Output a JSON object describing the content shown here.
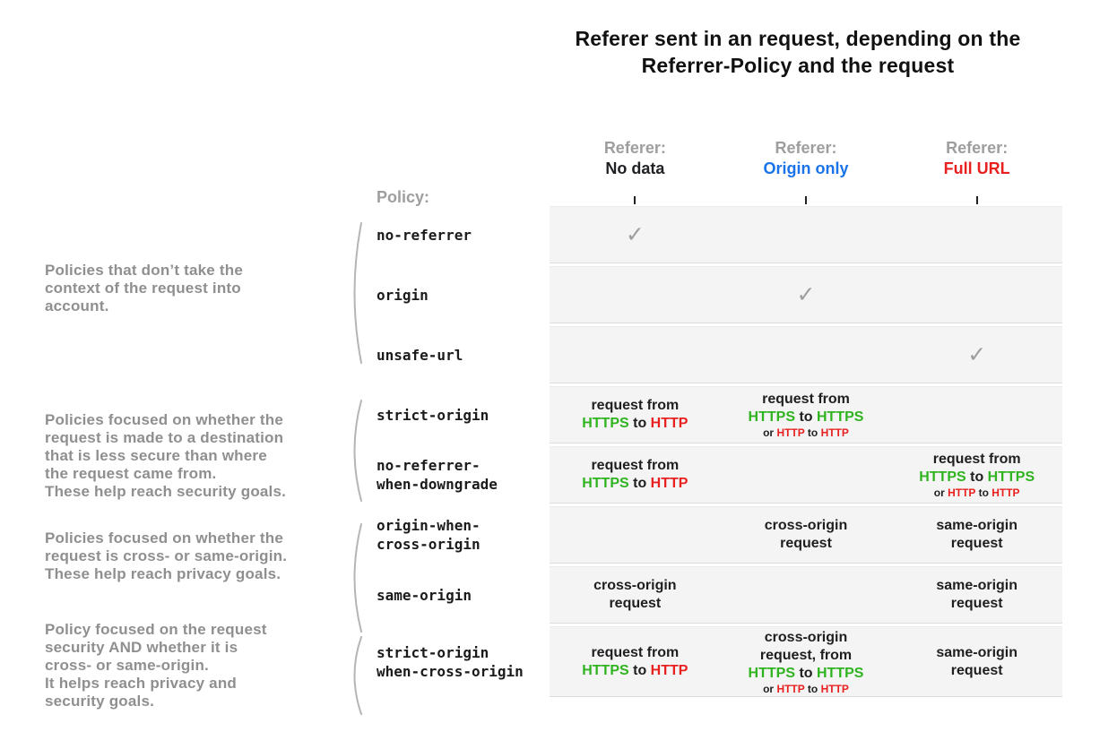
{
  "title": "Referer sent in an request, depending on the\nReferrer-Policy and the request",
  "policy_header": "Policy:",
  "colors": {
    "green": "#2fb41f",
    "red": "#e82020",
    "blue": "#1a73e8",
    "near_black": "#202124",
    "header_gray": "#9e9e9e",
    "annotation_gray": "#8f8f8f",
    "row_background": "#f4f4f4",
    "check_gray": "#9e9e9e",
    "brace_gray": "#b5b5b5"
  },
  "icons": {
    "check": "✓"
  },
  "columns": [
    {
      "label": "Referer:",
      "value": "No data",
      "value_color": "#202124"
    },
    {
      "label": "Referer:",
      "value": "Origin only",
      "value_color": "#1a73e8"
    },
    {
      "label": "Referer:",
      "value": "Full URL",
      "value_color": "#e82020"
    }
  ],
  "annotations": [
    {
      "group_rows": "1-3",
      "text": "Policies that don’t take the\ncontext of the request into\naccount."
    },
    {
      "group_rows": "4-5",
      "text": "Policies focused on whether the\nrequest is made to a destination\nthat is less secure than where\nthe request came from.\nThese help reach security goals."
    },
    {
      "group_rows": "6-7",
      "text": "Policies focused on whether the\nrequest is cross- or same-origin.\nThese help reach privacy goals."
    },
    {
      "group_rows": "8",
      "text": "Policy focused on the request\nsecurity AND whether it is\ncross- or same-origin.\nIt helps reach privacy and\nsecurity goals."
    }
  ],
  "rows": [
    {
      "policy": "no-referrer",
      "cells": [
        {
          "check": true
        },
        null,
        null
      ]
    },
    {
      "policy": "origin",
      "cells": [
        null,
        {
          "check": true
        },
        null
      ]
    },
    {
      "policy": "unsafe-url",
      "cells": [
        null,
        null,
        {
          "check": true
        }
      ]
    },
    {
      "policy": "strict-origin",
      "cells": [
        {
          "lines": [
            {
              "seg": [
                {
                  "t": "request from"
                }
              ]
            },
            {
              "seg": [
                {
                  "t": "HTTPS",
                  "c": "green"
                },
                {
                  "t": " to "
                },
                {
                  "t": "HTTP",
                  "c": "red"
                }
              ]
            }
          ]
        },
        {
          "lines": [
            {
              "seg": [
                {
                  "t": "request from"
                }
              ]
            },
            {
              "seg": [
                {
                  "t": "HTTPS",
                  "c": "green"
                },
                {
                  "t": " to "
                },
                {
                  "t": "HTTPS",
                  "c": "green"
                }
              ]
            },
            {
              "small": true,
              "seg": [
                {
                  "t": "or "
                },
                {
                  "t": "HTTP",
                  "c": "red"
                },
                {
                  "t": " to "
                },
                {
                  "t": "HTTP",
                  "c": "red"
                }
              ]
            }
          ]
        },
        null
      ]
    },
    {
      "policy": "no-referrer-\nwhen-downgrade",
      "cells": [
        {
          "lines": [
            {
              "seg": [
                {
                  "t": "request from"
                }
              ]
            },
            {
              "seg": [
                {
                  "t": "HTTPS",
                  "c": "green"
                },
                {
                  "t": " to "
                },
                {
                  "t": "HTTP",
                  "c": "red"
                }
              ]
            }
          ]
        },
        null,
        {
          "lines": [
            {
              "seg": [
                {
                  "t": "request from"
                }
              ]
            },
            {
              "seg": [
                {
                  "t": "HTTPS",
                  "c": "green"
                },
                {
                  "t": " to "
                },
                {
                  "t": "HTTPS",
                  "c": "green"
                }
              ]
            },
            {
              "small": true,
              "seg": [
                {
                  "t": "or "
                },
                {
                  "t": "HTTP",
                  "c": "red"
                },
                {
                  "t": " to "
                },
                {
                  "t": "HTTP",
                  "c": "red"
                }
              ]
            }
          ]
        }
      ]
    },
    {
      "policy": "origin-when-\ncross-origin",
      "cells": [
        null,
        {
          "lines": [
            {
              "seg": [
                {
                  "t": "cross-origin"
                }
              ]
            },
            {
              "seg": [
                {
                  "t": "request"
                }
              ]
            }
          ]
        },
        {
          "lines": [
            {
              "seg": [
                {
                  "t": "same-origin"
                }
              ]
            },
            {
              "seg": [
                {
                  "t": "request"
                }
              ]
            }
          ]
        }
      ]
    },
    {
      "policy": "same-origin",
      "cells": [
        {
          "lines": [
            {
              "seg": [
                {
                  "t": "cross-origin"
                }
              ]
            },
            {
              "seg": [
                {
                  "t": "request"
                }
              ]
            }
          ]
        },
        null,
        {
          "lines": [
            {
              "seg": [
                {
                  "t": "same-origin"
                }
              ]
            },
            {
              "seg": [
                {
                  "t": "request"
                }
              ]
            }
          ]
        }
      ]
    },
    {
      "policy": "strict-origin\nwhen-cross-origin",
      "cells": [
        {
          "lines": [
            {
              "seg": [
                {
                  "t": "request from"
                }
              ]
            },
            {
              "seg": [
                {
                  "t": "HTTPS",
                  "c": "green"
                },
                {
                  "t": " to "
                },
                {
                  "t": "HTTP",
                  "c": "red"
                }
              ]
            }
          ]
        },
        {
          "lines": [
            {
              "seg": [
                {
                  "t": "cross-origin"
                }
              ]
            },
            {
              "seg": [
                {
                  "t": "request, from"
                }
              ]
            },
            {
              "seg": [
                {
                  "t": "HTTPS",
                  "c": "green"
                },
                {
                  "t": " to "
                },
                {
                  "t": "HTTPS",
                  "c": "green"
                }
              ]
            },
            {
              "small": true,
              "seg": [
                {
                  "t": "or "
                },
                {
                  "t": "HTTP",
                  "c": "red"
                },
                {
                  "t": " to "
                },
                {
                  "t": "HTTP",
                  "c": "red"
                }
              ]
            }
          ]
        },
        {
          "lines": [
            {
              "seg": [
                {
                  "t": "same-origin"
                }
              ]
            },
            {
              "seg": [
                {
                  "t": "request"
                }
              ]
            }
          ]
        }
      ]
    }
  ]
}
